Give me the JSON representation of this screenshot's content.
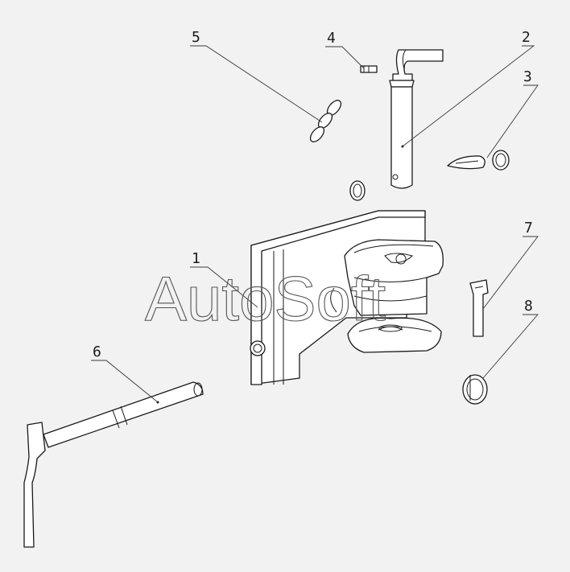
{
  "callouts": [
    {
      "id": "1",
      "label": "1"
    },
    {
      "id": "2",
      "label": "2"
    },
    {
      "id": "3",
      "label": "3"
    },
    {
      "id": "4",
      "label": "4"
    },
    {
      "id": "5",
      "label": "5"
    },
    {
      "id": "6",
      "label": "6"
    },
    {
      "id": "7",
      "label": "7"
    },
    {
      "id": "8",
      "label": "8"
    }
  ],
  "watermark": "AutoSoft",
  "colors": {
    "background": "#f2f2f2",
    "line": "#1a1a1a"
  }
}
